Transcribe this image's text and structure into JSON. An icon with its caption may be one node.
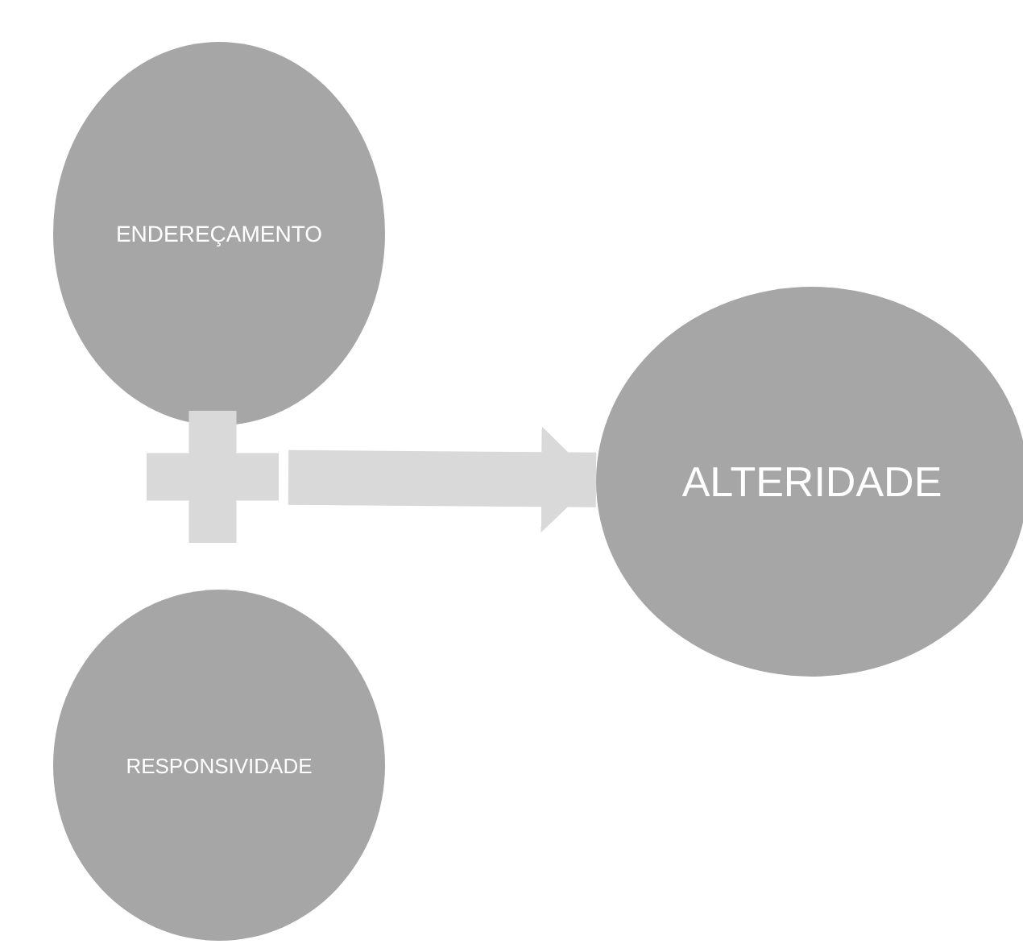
{
  "diagram": {
    "nodes": [
      {
        "text": [
          "ENDEREÇAMENTO"
        ]
      },
      {
        "text": [],
        "shape": "plus"
      },
      {
        "text": [
          "RESPONSIVIDADE"
        ]
      },
      {
        "text": [
          "ALTERIDADE"
        ]
      }
    ],
    "edges": [
      {
        "from": 1,
        "to": 3,
        "arrow": "to"
      }
    ]
  }
}
